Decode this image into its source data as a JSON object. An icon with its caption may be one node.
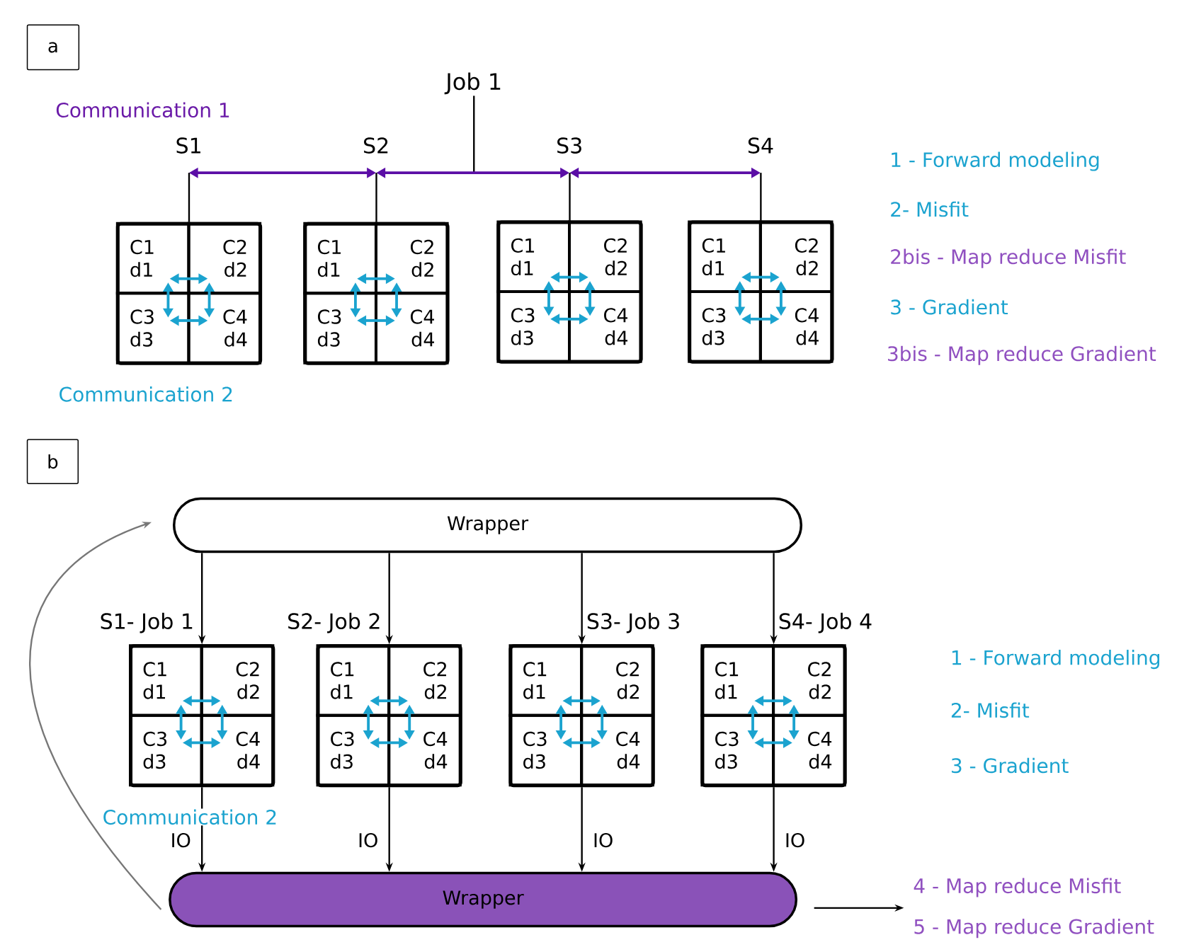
{
  "diagram": {
    "nodes": [
      {
        "text": [
          "a"
        ]
      },
      {
        "text": [
          "Job 1"
        ]
      },
      {
        "text": [
          "S1"
        ]
      },
      {
        "text": [],
        "shape": "box"
      },
      {
        "text": [
          "C1 d1"
        ],
        "in": 3
      },
      {
        "text": [
          "C2 d2"
        ],
        "in": 3
      },
      {
        "text": [
          "C3 d3"
        ],
        "in": 3
      },
      {
        "text": [
          "C4 d4"
        ],
        "in": 3
      },
      {
        "text": [
          "S2"
        ]
      },
      {
        "text": [],
        "shape": "box"
      },
      {
        "text": [
          "C1 d1"
        ],
        "in": 9
      },
      {
        "text": [
          "C2 d2"
        ],
        "in": 9
      },
      {
        "text": [
          "C3 d3"
        ],
        "in": 9
      },
      {
        "text": [
          "C4 d4"
        ],
        "in": 9
      },
      {
        "text": [
          "S3"
        ]
      },
      {
        "text": [],
        "shape": "box"
      },
      {
        "text": [
          "C1 d1"
        ],
        "in": 15
      },
      {
        "text": [
          "C2 d2"
        ],
        "in": 15
      },
      {
        "text": [
          "C3 d3"
        ],
        "in": 15
      },
      {
        "text": [
          "C4 d4"
        ],
        "in": 15
      },
      {
        "text": [
          "S4"
        ]
      },
      {
        "text": [],
        "shape": "box"
      },
      {
        "text": [
          "C1 d1"
        ],
        "in": 21
      },
      {
        "text": [
          "C2 d2"
        ],
        "in": 21
      },
      {
        "text": [
          "C3 d3"
        ],
        "in": 21
      },
      {
        "text": [
          "C4 d4"
        ],
        "in": 21
      },
      {
        "text": [
          "b"
        ]
      },
      {
        "text": [
          "Wrapper"
        ]
      },
      {
        "text": [
          "S1- Job 1"
        ]
      },
      {
        "text": [
          "C1 d1"
        ],
        "in": 28
      },
      {
        "text": [
          "C2 d2"
        ],
        "in": 28
      },
      {
        "text": [
          "C3 d3"
        ],
        "in": 28
      },
      {
        "text": [
          "C4 d4"
        ],
        "in": 28
      },
      {
        "text": [
          "S2- Job 2"
        ]
      },
      {
        "text": [
          "C1 d1"
        ],
        "in": 33
      },
      {
        "text": [
          "C2 d2"
        ],
        "in": 33
      },
      {
        "text": [
          "C3 d3"
        ],
        "in": 33
      },
      {
        "text": [
          "C4 d4"
        ],
        "in": 33
      },
      {
        "text": [
          "S3- Job 3"
        ]
      },
      {
        "text": [
          "C1 d1"
        ],
        "in": 38
      },
      {
        "text": [
          "C2 d2"
        ],
        "in": 38
      },
      {
        "text": [
          "C3 d3"
        ],
        "in": 38
      },
      {
        "text": [
          "C4 d4"
        ],
        "in": 38
      },
      {
        "text": [
          "S4- Job 4"
        ]
      },
      {
        "text": [
          "C1 d1"
        ],
        "in": 43
      },
      {
        "text": [
          "C2 d2"
        ],
        "in": 43
      },
      {
        "text": [
          "C3 d3"
        ],
        "in": 43
      },
      {
        "text": [
          "C4 d4"
        ],
        "in": 43
      },
      {
        "text": [
          "Wrapper"
        ]
      },
      {
        "text": [
          "4 - Map reduce Misfit",
          "5 - Map reduce Gradient"
        ]
      }
    ],
    "edges": [
      {
        "from": 1,
        "to": null,
        "arrow": "none",
        "color": "#000000"
      },
      {
        "from": 2,
        "to": 8,
        "arrow": "both",
        "color": "#5b0ea6"
      },
      {
        "from": 8,
        "to": 14,
        "arrow": "both",
        "color": "#5b0ea6"
      },
      {
        "from": 14,
        "to": 20,
        "arrow": "both",
        "color": "#5b0ea6"
      },
      {
        "from": 2,
        "to": 3,
        "arrow": "none",
        "color": "#000000"
      },
      {
        "from": 8,
        "to": 9,
        "arrow": "none",
        "color": "#000000"
      },
      {
        "from": 14,
        "to": 15,
        "arrow": "none",
        "color": "#000000"
      },
      {
        "from": 20,
        "to": 21,
        "arrow": "none",
        "color": "#000000"
      },
      {
        "from": 4,
        "to": 5,
        "arrow": "both",
        "color": "#1ba3cf"
      },
      {
        "from": 4,
        "to": 6,
        "arrow": "both",
        "color": "#1ba3cf"
      },
      {
        "from": 5,
        "to": 7,
        "arrow": "both",
        "color": "#1ba3cf"
      },
      {
        "from": 6,
        "to": 7,
        "arrow": "both",
        "color": "#1ba3cf"
      },
      {
        "from": 10,
        "to": 11,
        "arrow": "both",
        "color": "#1ba3cf"
      },
      {
        "from": 10,
        "to": 12,
        "arrow": "both",
        "color": "#1ba3cf"
      },
      {
        "from": 11,
        "to": 13,
        "arrow": "both",
        "color": "#1ba3cf"
      },
      {
        "from": 12,
        "to": 13,
        "arrow": "both",
        "color": "#1ba3cf"
      },
      {
        "from": 16,
        "to": 17,
        "arrow": "both",
        "color": "#1ba3cf"
      },
      {
        "from": 16,
        "to": 18,
        "arrow": "both",
        "color": "#1ba3cf"
      },
      {
        "from": 17,
        "to": 19,
        "arrow": "both",
        "color": "#1ba3cf"
      },
      {
        "from": 18,
        "to": 19,
        "arrow": "both",
        "color": "#1ba3cf"
      },
      {
        "from": 22,
        "to": 23,
        "arrow": "both",
        "color": "#1ba3cf"
      },
      {
        "from": 22,
        "to": 24,
        "arrow": "both",
        "color": "#1ba3cf"
      },
      {
        "from": 23,
        "to": 25,
        "arrow": "both",
        "color": "#1ba3cf"
      },
      {
        "from": 24,
        "to": 25,
        "arrow": "both",
        "color": "#1ba3cf"
      },
      {
        "from": 27,
        "to": 28,
        "arrow": "to",
        "color": "#000000"
      },
      {
        "from": 27,
        "to": 33,
        "arrow": "to",
        "color": "#000000"
      },
      {
        "from": 27,
        "to": 38,
        "arrow": "to",
        "color": "#000000"
      },
      {
        "from": 27,
        "to": 43,
        "arrow": "to",
        "color": "#000000"
      },
      {
        "from": 29,
        "to": 30,
        "arrow": "both",
        "color": "#1ba3cf"
      },
      {
        "from": 29,
        "to": 31,
        "arrow": "both",
        "color": "#1ba3cf"
      },
      {
        "from": 30,
        "to": 32,
        "arrow": "both",
        "color": "#1ba3cf"
      },
      {
        "from": 31,
        "to": 32,
        "arrow": "both",
        "color": "#1ba3cf"
      },
      {
        "from": 34,
        "to": 35,
        "arrow": "both",
        "color": "#1ba3cf"
      },
      {
        "from": 34,
        "to": 36,
        "arrow": "both",
        "color": "#1ba3cf"
      },
      {
        "from": 35,
        "to": 37,
        "arrow": "both",
        "color": "#1ba3cf"
      },
      {
        "from": 36,
        "to": 37,
        "arrow": "both",
        "color": "#1ba3cf"
      },
      {
        "from": 39,
        "to": 40,
        "arrow": "both",
        "color": "#1ba3cf"
      },
      {
        "from": 39,
        "to": 41,
        "arrow": "both",
        "color": "#1ba3cf"
      },
      {
        "from": 40,
        "to": 42,
        "arrow": "both",
        "color": "#1ba3cf"
      },
      {
        "from": 41,
        "to": 42,
        "arrow": "both",
        "color": "#1ba3cf"
      },
      {
        "from": 44,
        "to": 45,
        "arrow": "both",
        "color": "#1ba3cf"
      },
      {
        "from": 44,
        "to": 46,
        "arrow": "both",
        "color": "#1ba3cf"
      },
      {
        "from": 45,
        "to": 47,
        "arrow": "both",
        "color": "#1ba3cf"
      },
      {
        "from": 46,
        "to": 47,
        "arrow": "both",
        "color": "#1ba3cf"
      },
      {
        "from": 28,
        "to": 48,
        "arrow": "to",
        "label": "IO",
        "color": "#000000"
      },
      {
        "from": 33,
        "to": 48,
        "arrow": "to",
        "label": "IO",
        "color": "#000000"
      },
      {
        "from": 38,
        "to": 48,
        "arrow": "to",
        "label": "IO",
        "color": "#000000"
      },
      {
        "from": 43,
        "to": 48,
        "arrow": "to",
        "label": "IO",
        "color": "#000000"
      },
      {
        "from": 48,
        "to": 27,
        "arrow": "to",
        "color": "#777777"
      },
      {
        "from": 48,
        "to": 49,
        "arrow": "to",
        "color": "#000000"
      }
    ],
    "labels": [
      "Communication 1",
      "1 - Forward modeling",
      "2- Misfit",
      "2bis - Map reduce Misfit",
      "3 - Gradient",
      "3bis - Map reduce Gradient",
      "Communication 2",
      "Communication 2",
      "1 - Forward modeling",
      "2- Misfit",
      "3 - Gradient"
    ]
  }
}
